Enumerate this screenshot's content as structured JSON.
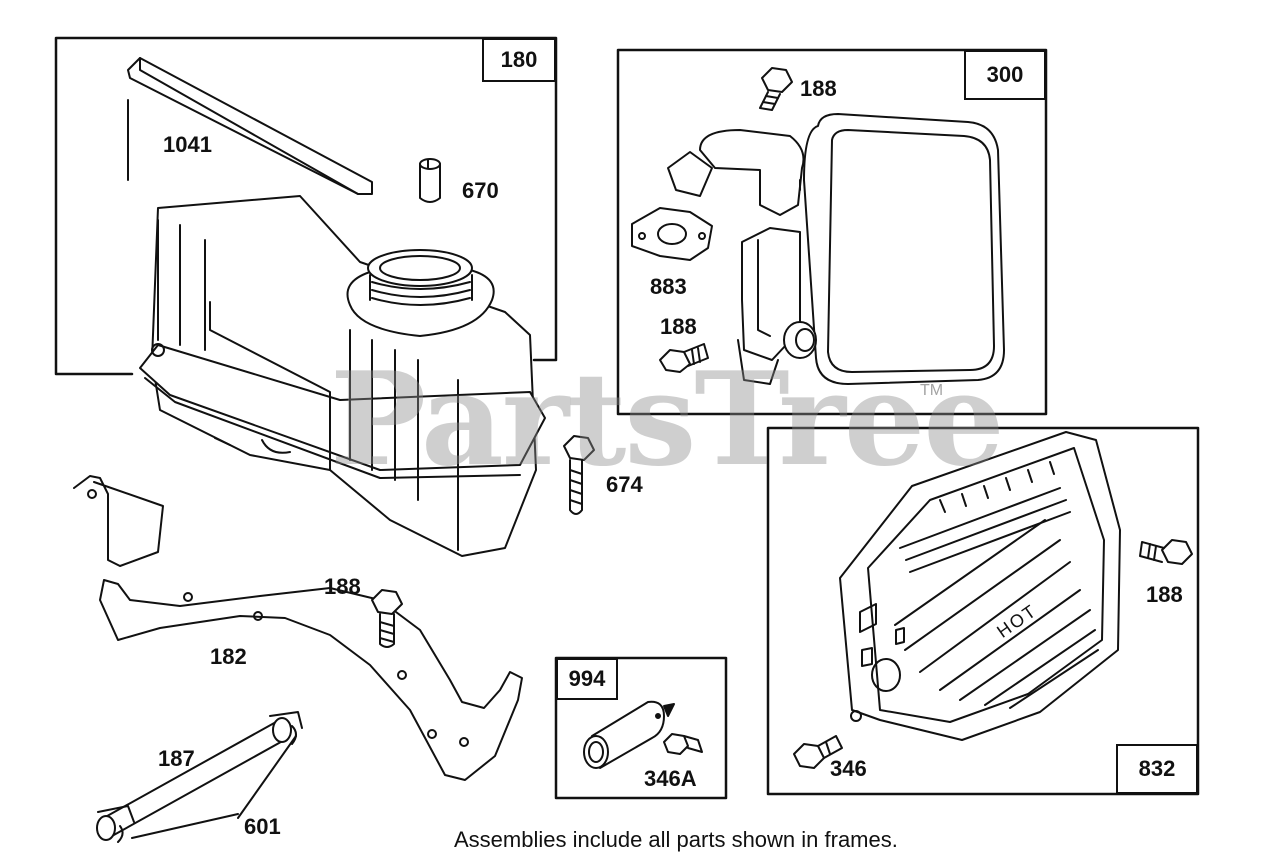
{
  "watermark": {
    "text": "PartsTree",
    "trademark": "TM"
  },
  "frames": [
    {
      "id": "180"
    },
    {
      "id": "300"
    },
    {
      "id": "832"
    },
    {
      "id": "994"
    }
  ],
  "labels": {
    "p1041": "1041",
    "p670": "670",
    "p188_top": "188",
    "p883": "883",
    "p188_mid": "188",
    "p674": "674",
    "p188_bracket": "188",
    "p182": "182",
    "p187": "187",
    "p601": "601",
    "p346A": "346A",
    "p188_right": "188",
    "p346": "346",
    "hot": "HOT"
  },
  "footer": "Assemblies include all parts shown in frames.",
  "colors": {
    "line": "#111111",
    "watermark": "#8c8c8c"
  }
}
